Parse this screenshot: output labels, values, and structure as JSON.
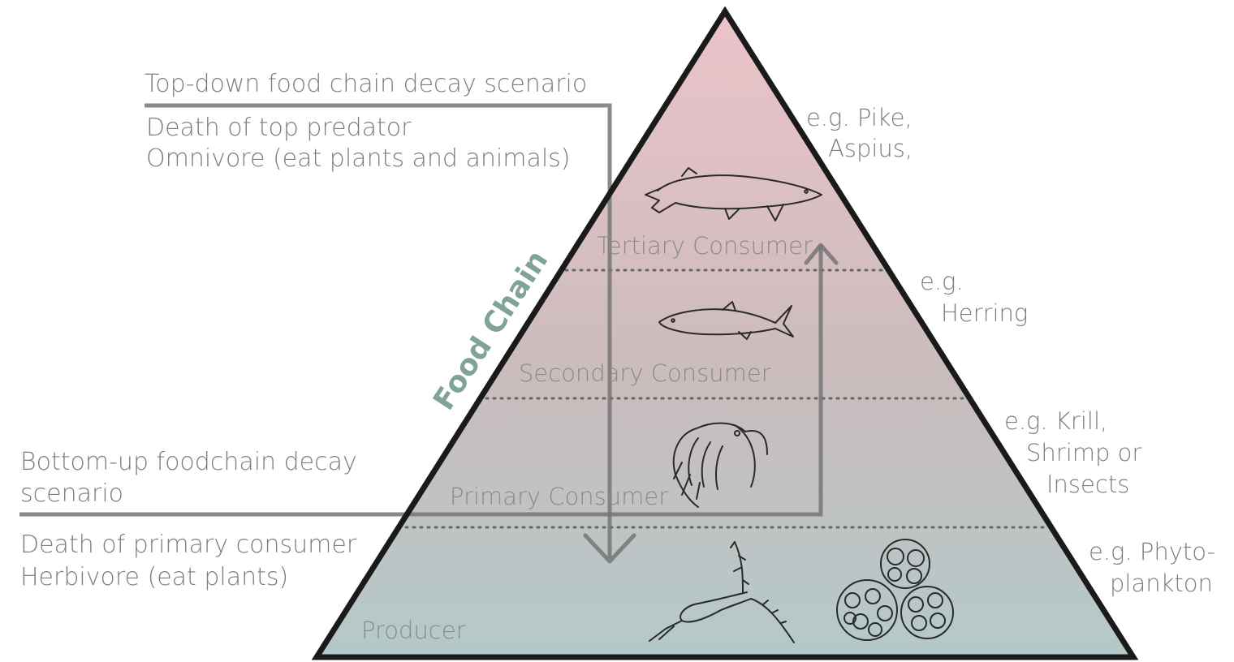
{
  "diagram": {
    "levels": [
      {
        "name": "Tertiary Consumer",
        "example_lines": [
          "e.g. Pike,",
          "Aspius,"
        ]
      },
      {
        "name": "Secondary Consumer",
        "example_lines": [
          "e.g.",
          "Herring"
        ]
      },
      {
        "name": "Primary Consumer",
        "example_lines": [
          "e.g. Krill,",
          "Shrimp or",
          "Insects"
        ]
      },
      {
        "name": "Producer",
        "example_lines": [
          "e.g. Phyto-",
          "plankton"
        ]
      }
    ],
    "side_label": "Food Chain",
    "top_down": {
      "title": "Top-down food chain decay scenario",
      "desc_lines": [
        "Death of top predator",
        "Omnivore (eat plants and animals)"
      ]
    },
    "bottom_up": {
      "title_lines": [
        "Bottom-up foodchain decay",
        "scenario"
      ],
      "desc_lines": [
        "Death of primary consumer",
        "Herbivore (eat plants)"
      ]
    },
    "colors": {
      "top_gradient": "#ecc3c9",
      "bottom_gradient": "#b4c9c9",
      "outline": "#1a1a1a",
      "arrow": "#767676",
      "food_chain_text": "#7fa29a"
    }
  }
}
